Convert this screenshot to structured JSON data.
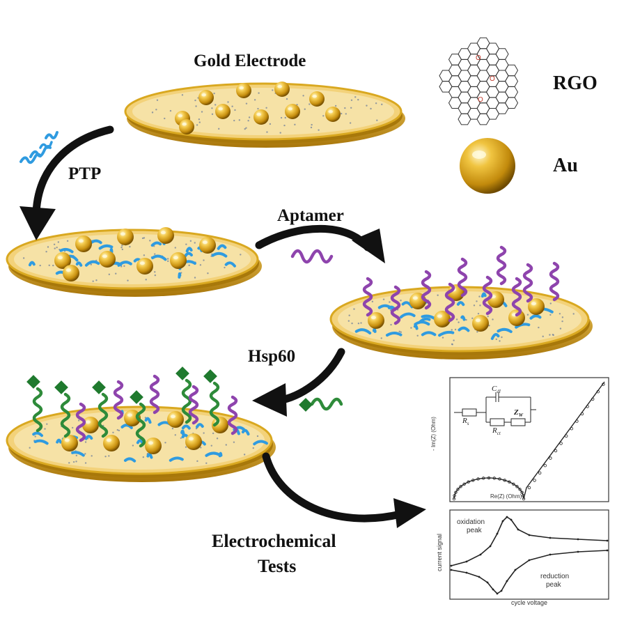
{
  "labels": {
    "gold_electrode": "Gold Electrode",
    "ptp": "PTP",
    "aptamer": "Aptamer",
    "hsp60": "Hsp60",
    "electrochemical_tests": [
      "Electrochemical",
      "Tests"
    ]
  },
  "legend": {
    "rgo": "RGO",
    "au": "Au",
    "oxygen_atom": "O"
  },
  "eis_plot": {
    "xlabel": "Re(Z) (Ohm)",
    "ylabel": "- Im(Z) (Ohm)",
    "circuit": {
      "cdl": "C",
      "cdl_sub": "dl",
      "rs": "R",
      "rs_sub": "s",
      "rct": "R",
      "rct_sub": "ct",
      "zw": "Z",
      "zw_sub": "W"
    }
  },
  "cv_plot": {
    "xlabel": "cycle voltage",
    "ylabel": "current signal",
    "oxidation": [
      "oxidation",
      "peak"
    ],
    "reduction": [
      "reduction",
      "peak"
    ]
  },
  "colors": {
    "gold": "#d9a820",
    "gold_dark": "#a8780a",
    "rgo_blue": "#2f9be0",
    "aptamer_purple": "#8e44ad",
    "hsp60_green": "#2e8b3a",
    "arrow": "#111111"
  }
}
